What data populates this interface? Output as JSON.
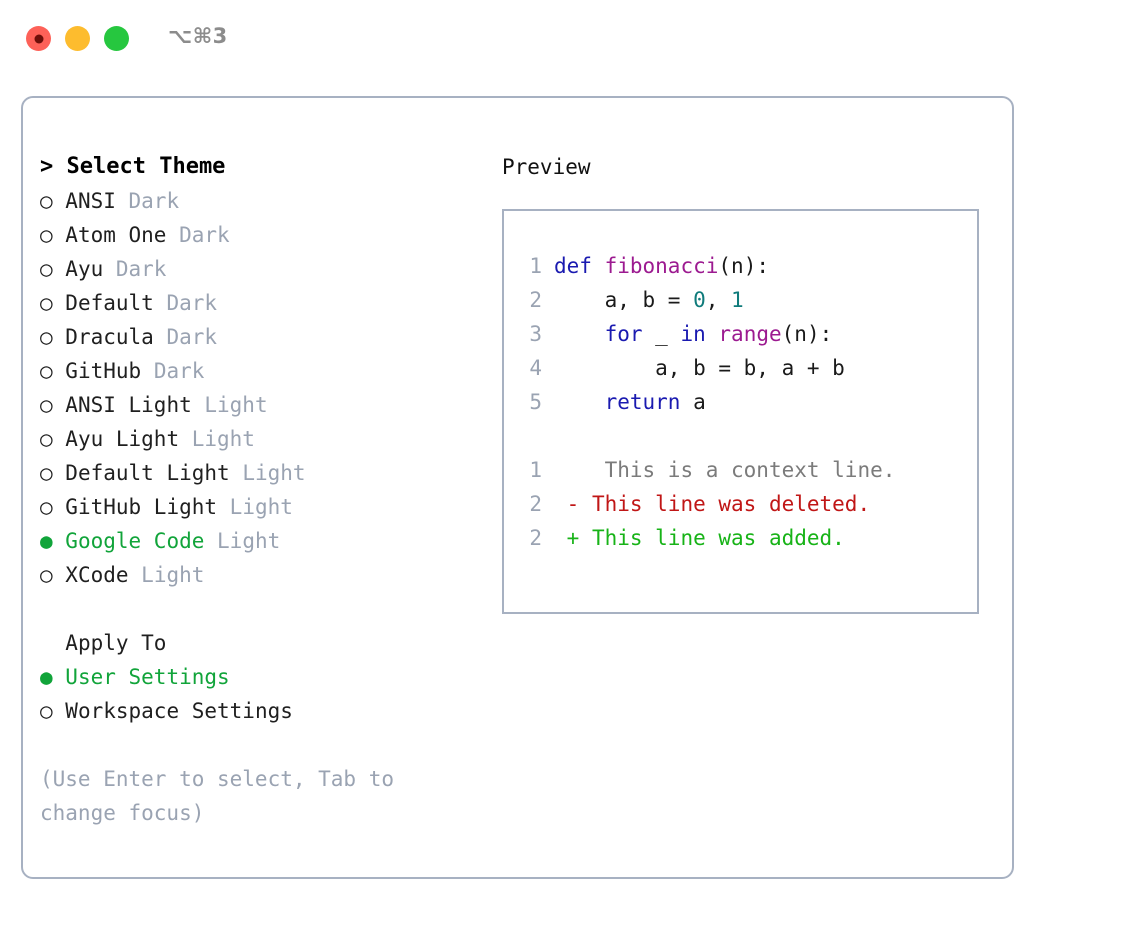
{
  "window": {
    "traffic_lights": [
      "close-red",
      "minimize-yellow",
      "maximize-green"
    ],
    "shortcut_label": "⌥⌘3"
  },
  "theme_picker": {
    "header": "> Select Theme",
    "prompt_marker": ">",
    "selected_marker": "●",
    "unselected_marker": "○",
    "options": [
      {
        "marker": "○",
        "name": "ANSI",
        "variant": "Dark",
        "selected": false
      },
      {
        "marker": "○",
        "name": "Atom One",
        "variant": "Dark",
        "selected": false
      },
      {
        "marker": "○",
        "name": "Ayu",
        "variant": "Dark",
        "selected": false
      },
      {
        "marker": "○",
        "name": "Default",
        "variant": "Dark",
        "selected": false
      },
      {
        "marker": "○",
        "name": "Dracula",
        "variant": "Dark",
        "selected": false
      },
      {
        "marker": "○",
        "name": "GitHub",
        "variant": "Dark",
        "selected": false
      },
      {
        "marker": "○",
        "name": "ANSI Light",
        "variant": "Light",
        "selected": false
      },
      {
        "marker": "○",
        "name": "Ayu Light",
        "variant": "Light",
        "selected": false
      },
      {
        "marker": "○",
        "name": "Default Light",
        "variant": "Light",
        "selected": false
      },
      {
        "marker": "○",
        "name": "GitHub Light",
        "variant": "Light",
        "selected": false
      },
      {
        "marker": "●",
        "name": "Google Code",
        "variant": "Light",
        "selected": true
      },
      {
        "marker": "○",
        "name": "XCode",
        "variant": "Light",
        "selected": false
      }
    ]
  },
  "apply_to": {
    "header": "Apply To",
    "options": [
      {
        "marker": "●",
        "label": "User Settings",
        "selected": true
      },
      {
        "marker": "○",
        "label": "Workspace Settings",
        "selected": false
      }
    ]
  },
  "hint": "(Use Enter to select, Tab to change focus)",
  "preview": {
    "title": "Preview",
    "code_lines": [
      {
        "no": "1",
        "tokens": [
          {
            "t": "def",
            "c": "kw"
          },
          {
            "t": " ",
            "c": "punc"
          },
          {
            "t": "fibonacci",
            "c": "fn"
          },
          {
            "t": "(",
            "c": "punc"
          },
          {
            "t": "n",
            "c": "id"
          },
          {
            "t": "):",
            "c": "punc"
          }
        ]
      },
      {
        "no": "2",
        "tokens": [
          {
            "t": "    a, b ",
            "c": "id"
          },
          {
            "t": "= ",
            "c": "punc"
          },
          {
            "t": "0",
            "c": "num"
          },
          {
            "t": ", ",
            "c": "punc"
          },
          {
            "t": "1",
            "c": "num"
          }
        ]
      },
      {
        "no": "3",
        "tokens": [
          {
            "t": "    ",
            "c": "punc"
          },
          {
            "t": "for",
            "c": "kw"
          },
          {
            "t": " _ ",
            "c": "id"
          },
          {
            "t": "in",
            "c": "kw"
          },
          {
            "t": " ",
            "c": "punc"
          },
          {
            "t": "range",
            "c": "fn"
          },
          {
            "t": "(",
            "c": "punc"
          },
          {
            "t": "n",
            "c": "id"
          },
          {
            "t": "):",
            "c": "punc"
          }
        ]
      },
      {
        "no": "4",
        "tokens": [
          {
            "t": "        a, b = b, a + b",
            "c": "id"
          }
        ]
      },
      {
        "no": "5",
        "tokens": [
          {
            "t": "    ",
            "c": "punc"
          },
          {
            "t": "return",
            "c": "kw"
          },
          {
            "t": " a",
            "c": "id"
          }
        ]
      }
    ],
    "diff_lines": [
      {
        "no": "1",
        "sign": " ",
        "text": "  This is a context line.",
        "kind": "context"
      },
      {
        "no": "2",
        "sign": "-",
        "text": " This line was deleted.",
        "kind": "deleted"
      },
      {
        "no": "2",
        "sign": "+",
        "text": " This line was added.",
        "kind": "added"
      }
    ]
  },
  "colors": {
    "panel_border": "#a7b1c2",
    "selected_green": "#11a43a",
    "muted_gray": "#9aa3b2",
    "keyword_blue": "#1a1ab0",
    "function_purple": "#9c1a90",
    "number_teal": "#0f7b7b",
    "diff_deleted_red": "#c01616",
    "diff_added_green": "#17b317",
    "diff_context_gray": "#7b7b7b",
    "traffic_red": "#fd6158",
    "traffic_yellow": "#fdbc2e",
    "traffic_green": "#26c73f"
  }
}
